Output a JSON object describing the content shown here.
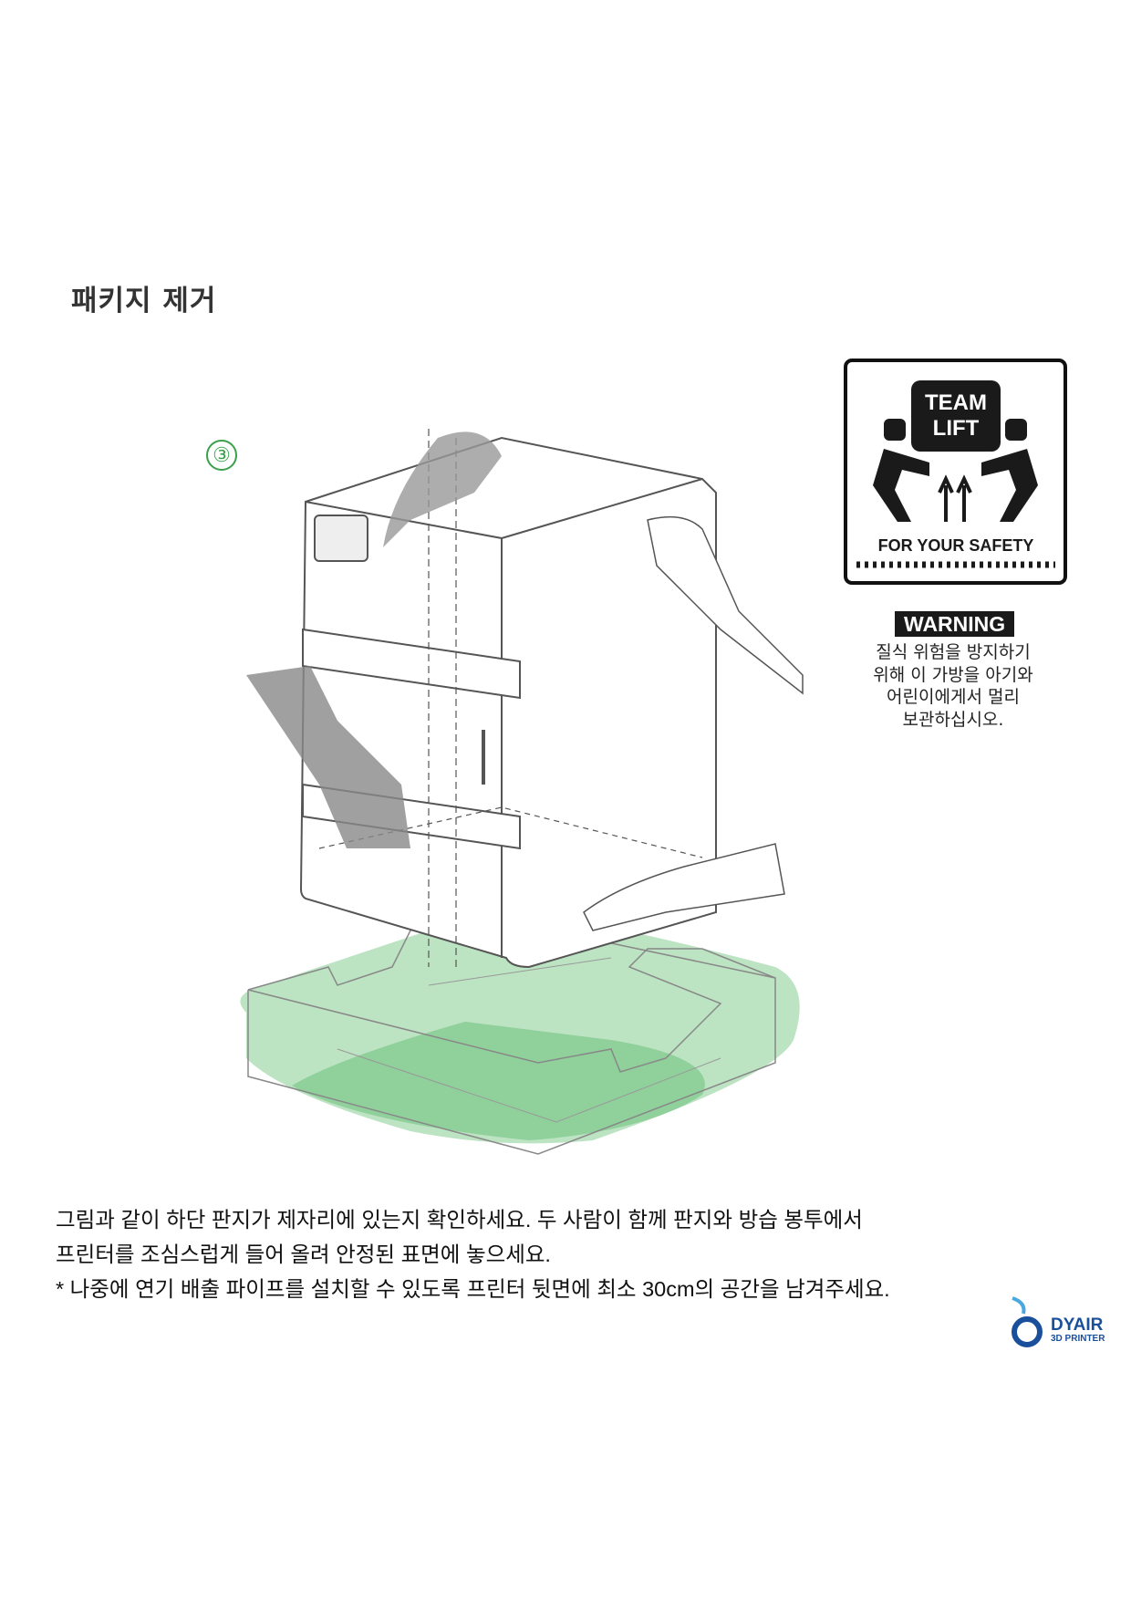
{
  "title": "패키지 제거",
  "step_marker": "③",
  "safety_sign": {
    "box_line1": "TEAM",
    "box_line2": "LIFT",
    "footer": "FOR YOUR SAFETY"
  },
  "warning": {
    "label": "WARNING",
    "lines": [
      "질식 위험을 방지하기",
      "위해 이 가방을 아기와",
      "어린이에게서 멀리",
      "보관하십시오."
    ]
  },
  "instructions": [
    "그림과 같이 하단 판지가 제자리에 있는지 확인하세요. 두 사람이 함께 판지와 방습 봉투에서",
    "프린터를 조심스럽게 들어 올려 안정된 표면에 놓으세요.",
    "* 나중에 연기 배출 파이프를 설치할 수 있도록 프린터 뒷면에 최소 30cm의 공간을 남겨주세요."
  ],
  "logo": {
    "name": "DYAIR",
    "sub": "3D PRINTER"
  },
  "colors": {
    "accent_green": "#3aa04a",
    "box_green": "#8fd19a",
    "logo_blue": "#1a4f9c"
  }
}
